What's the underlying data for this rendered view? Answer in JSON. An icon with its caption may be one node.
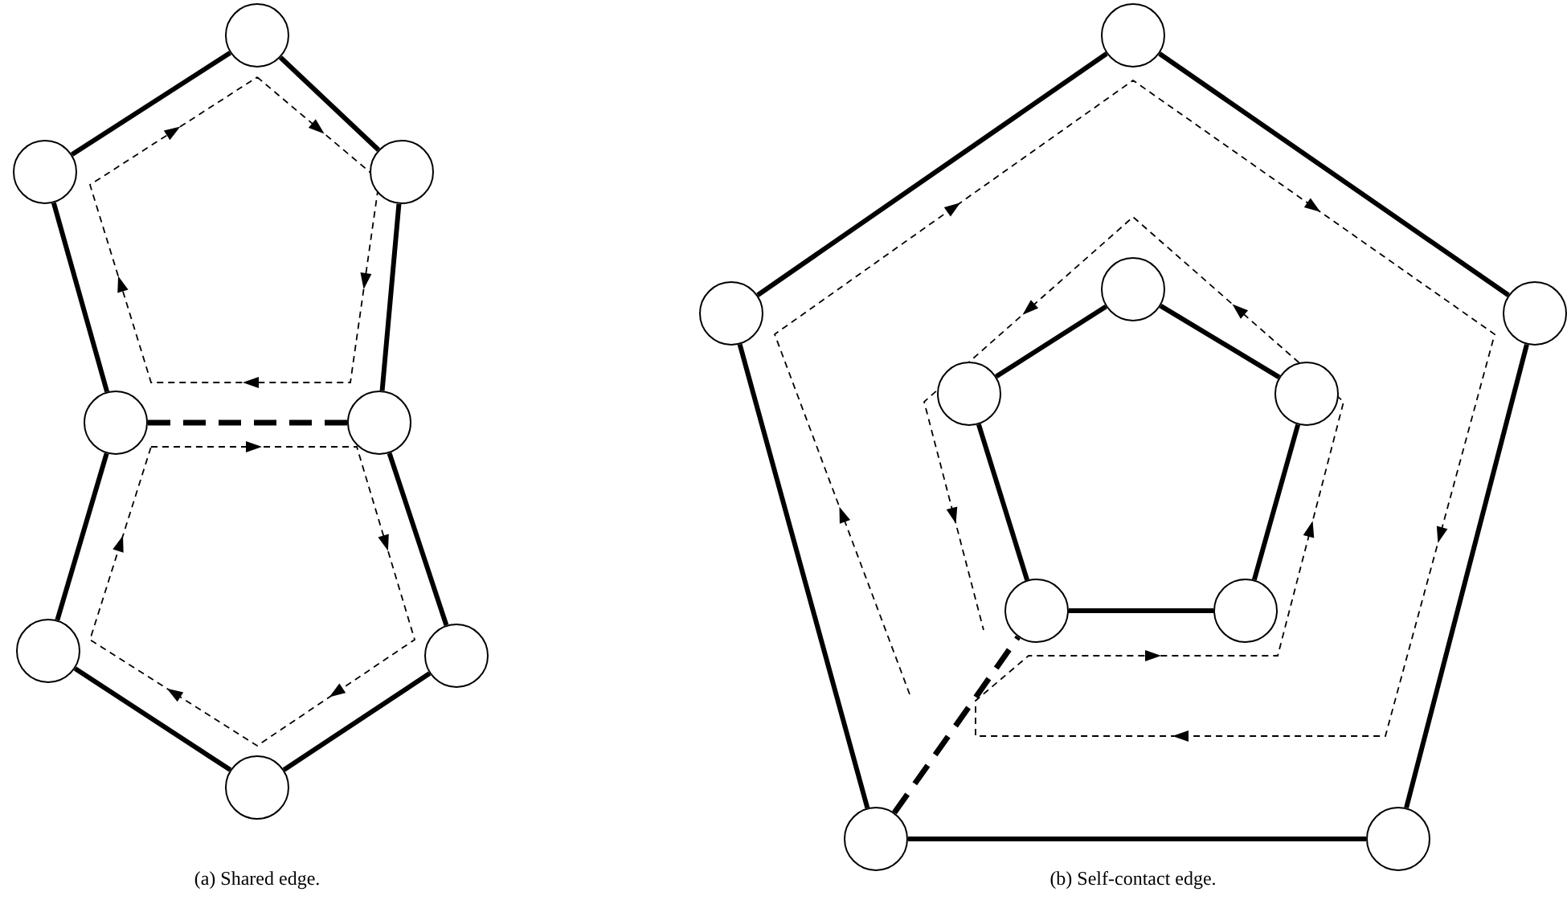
{
  "diagram": {
    "nodes": [
      {
        "text": [],
        "shape": "circle"
      },
      {
        "text": [],
        "shape": "circle"
      },
      {
        "text": [],
        "shape": "circle"
      },
      {
        "text": [],
        "shape": "circle"
      },
      {
        "text": [],
        "shape": "circle"
      },
      {
        "text": [],
        "shape": "circle"
      },
      {
        "text": [],
        "shape": "circle"
      },
      {
        "text": [],
        "shape": "circle"
      },
      {
        "text": [],
        "shape": "circle"
      },
      {
        "text": [],
        "shape": "circle"
      },
      {
        "text": [],
        "shape": "circle"
      },
      {
        "text": [],
        "shape": "circle"
      },
      {
        "text": [],
        "shape": "circle"
      },
      {
        "text": [],
        "shape": "circle"
      },
      {
        "text": [],
        "shape": "circle"
      },
      {
        "text": [],
        "shape": "circle"
      },
      {
        "text": [],
        "shape": "circle"
      },
      {
        "text": [],
        "shape": "circle"
      }
    ],
    "edges": [
      {
        "from": 0,
        "to": 2,
        "arrow": "none"
      },
      {
        "from": 2,
        "to": 4,
        "arrow": "none"
      },
      {
        "from": 4,
        "to": 3,
        "arrow": "none",
        "style": "dashed"
      },
      {
        "from": 3,
        "to": 1,
        "arrow": "none"
      },
      {
        "from": 1,
        "to": 0,
        "arrow": "none"
      },
      {
        "from": 4,
        "to": 6,
        "arrow": "none"
      },
      {
        "from": 6,
        "to": 7,
        "arrow": "none"
      },
      {
        "from": 7,
        "to": 5,
        "arrow": "none"
      },
      {
        "from": 5,
        "to": 3,
        "arrow": "none"
      },
      {
        "from": 8,
        "to": 10,
        "arrow": "none"
      },
      {
        "from": 10,
        "to": 17,
        "arrow": "none"
      },
      {
        "from": 17,
        "to": 16,
        "arrow": "none"
      },
      {
        "from": 16,
        "to": 9,
        "arrow": "none"
      },
      {
        "from": 9,
        "to": 8,
        "arrow": "none"
      },
      {
        "from": 11,
        "to": 13,
        "arrow": "none"
      },
      {
        "from": 13,
        "to": 15,
        "arrow": "none"
      },
      {
        "from": 15,
        "to": 14,
        "arrow": "none"
      },
      {
        "from": 14,
        "to": 12,
        "arrow": "none"
      },
      {
        "from": 12,
        "to": 11,
        "arrow": "none"
      },
      {
        "from": 16,
        "to": 14,
        "arrow": "none",
        "style": "dashed"
      }
    ],
    "labels": [
      "(a) Shared edge.",
      "(b) Self-contact edge."
    ]
  }
}
